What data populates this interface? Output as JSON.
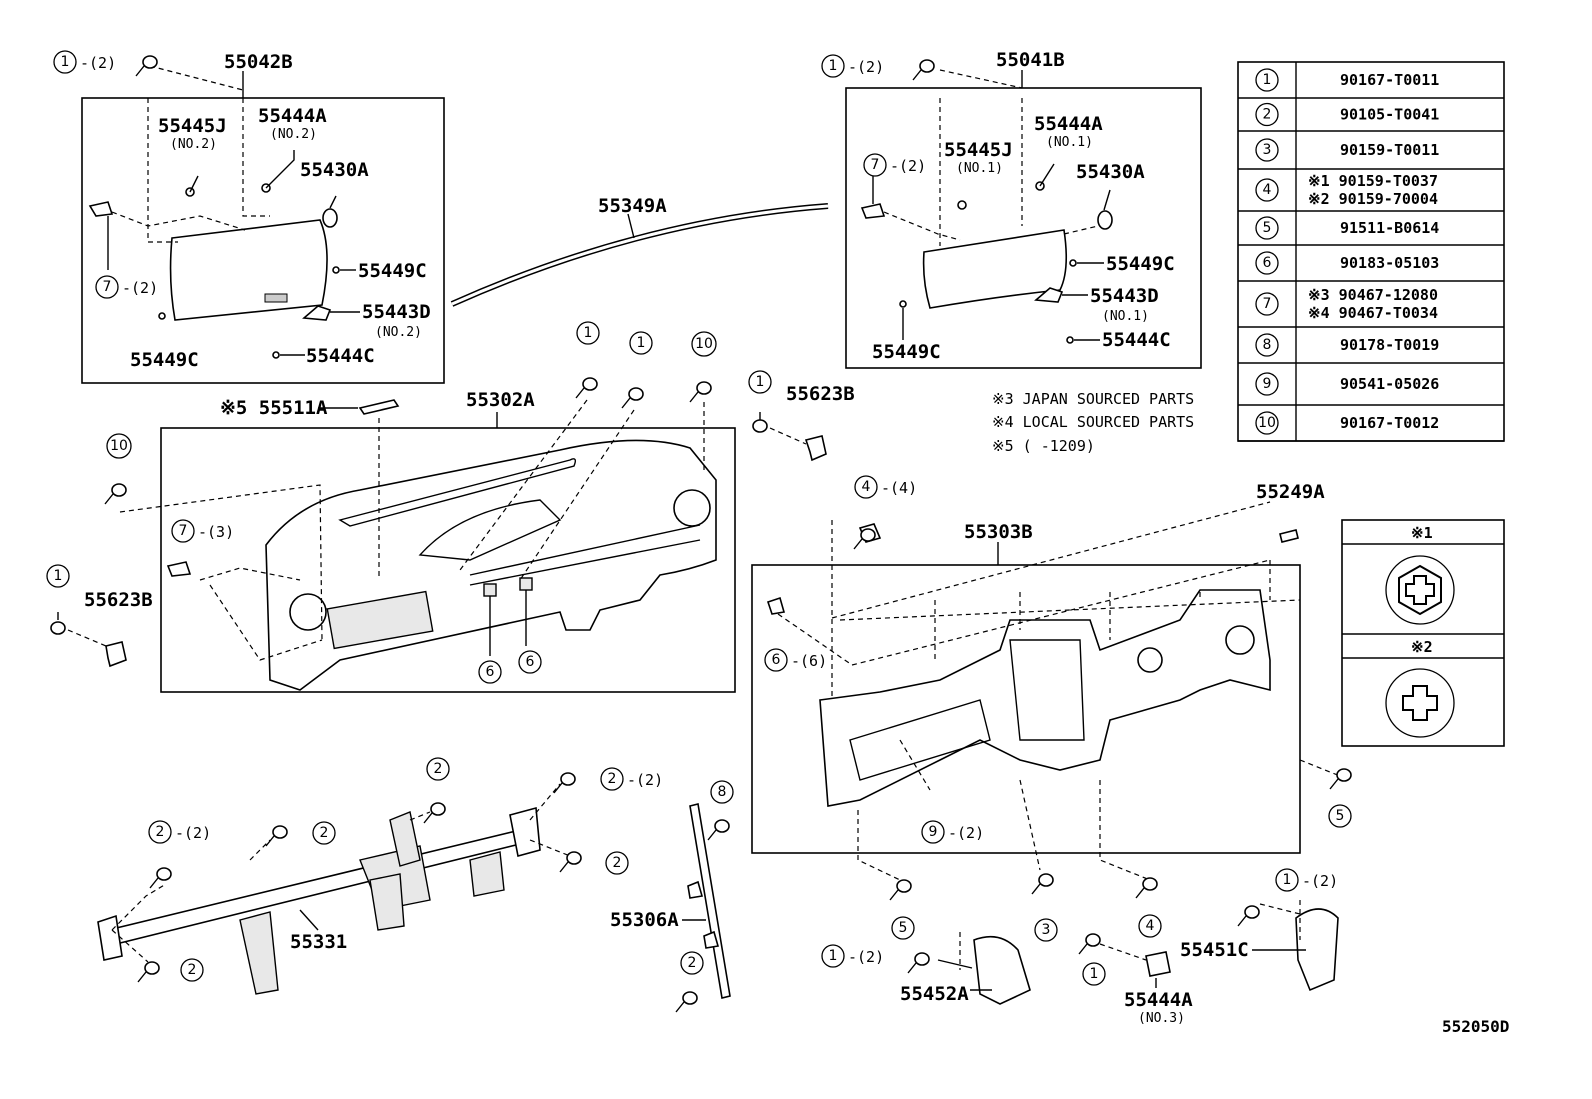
{
  "diagram_code": "552050D",
  "labels": {
    "p55042B": "55042B",
    "p55445J_l": "55445J",
    "p55445J_l_sub": "(NO.2)",
    "p55444A_l": "55444A",
    "p55444A_l_sub": "(NO.2)",
    "p55430A_l": "55430A",
    "p55449C_l1": "55449C",
    "p55443D_l": "55443D",
    "p55443D_l_sub": "(NO.2)",
    "p55449C_l2": "55449C",
    "p55444C_l": "55444C",
    "p55349A": "55349A",
    "p55041B": "55041B",
    "p55445J_r": "55445J",
    "p55445J_r_sub": "(NO.1)",
    "p55444A_r": "55444A",
    "p55444A_r_sub": "(NO.1)",
    "p55430A_r": "55430A",
    "p55449C_r1": "55449C",
    "p55443D_r": "55443D",
    "p55443D_r_sub": "(NO.1)",
    "p55449C_r2": "55449C",
    "p55444C_r": "55444C",
    "p55511A": "※5 55511A",
    "p55302A": "55302A",
    "p55623B_top": "55623B",
    "p55623B_left": "55623B",
    "p55303B": "55303B",
    "p55249A": "55249A",
    "p55331": "55331",
    "p55306A": "55306A",
    "p55452A": "55452A",
    "p55444A_b": "55444A",
    "p55444A_b_sub": "(NO.3)",
    "p55451C": "55451C"
  },
  "notes": [
    "※3 JAPAN SOURCED PARTS",
    "※4 LOCAL SOURCED PARTS",
    "※5 (     -1209)"
  ],
  "callouts": {
    "c_1_2_a": {
      "num": "1",
      "qty": "-(2)"
    },
    "c_7_2_a": {
      "num": "7",
      "qty": "-(2)"
    },
    "c_1_2_b": {
      "num": "1",
      "qty": "-(2)"
    },
    "c_7_2_b": {
      "num": "7",
      "qty": "-(2)"
    },
    "c_1_a": {
      "num": "1",
      "qty": ""
    },
    "c_1_b": {
      "num": "1",
      "qty": ""
    },
    "c_10_a": {
      "num": "10",
      "qty": ""
    },
    "c_1_c": {
      "num": "1",
      "qty": ""
    },
    "c_10_b": {
      "num": "10",
      "qty": ""
    },
    "c_7_3": {
      "num": "7",
      "qty": "-(3)"
    },
    "c_1_d": {
      "num": "1",
      "qty": ""
    },
    "c_6_a": {
      "num": "6",
      "qty": ""
    },
    "c_6_b": {
      "num": "6",
      "qty": ""
    },
    "c_4_4": {
      "num": "4",
      "qty": "-(4)"
    },
    "c_6_6": {
      "num": "6",
      "qty": "-(6)"
    },
    "c_9_2": {
      "num": "9",
      "qty": "-(2)"
    },
    "c_5_a": {
      "num": "5",
      "qty": ""
    },
    "c_5_b": {
      "num": "5",
      "qty": ""
    },
    "c_3_a": {
      "num": "3",
      "qty": ""
    },
    "c_4_a": {
      "num": "4",
      "qty": ""
    },
    "c_2_a": {
      "num": "2",
      "qty": ""
    },
    "c_2_2_a": {
      "num": "2",
      "qty": "-(2)"
    },
    "c_2_2_b": {
      "num": "2",
      "qty": "-(2)"
    },
    "c_2_b": {
      "num": "2",
      "qty": ""
    },
    "c_2_c": {
      "num": "2",
      "qty": ""
    },
    "c_2_d": {
      "num": "2",
      "qty": ""
    },
    "c_8_a": {
      "num": "8",
      "qty": ""
    },
    "c_2_e": {
      "num": "2",
      "qty": ""
    },
    "c_1_2_c": {
      "num": "1",
      "qty": "-(2)"
    },
    "c_1_e": {
      "num": "1",
      "qty": ""
    },
    "c_1_2_d": {
      "num": "1",
      "qty": "-(2)"
    }
  },
  "fastener_table": [
    {
      "num": "1",
      "parts": [
        "90167-T0011"
      ]
    },
    {
      "num": "2",
      "parts": [
        "90105-T0041"
      ]
    },
    {
      "num": "3",
      "parts": [
        "90159-T0011"
      ]
    },
    {
      "num": "4",
      "parts": [
        "※1 90159-T0037",
        "※2 90159-70004"
      ]
    },
    {
      "num": "5",
      "parts": [
        "91511-B0614"
      ]
    },
    {
      "num": "6",
      "parts": [
        "90183-05103"
      ]
    },
    {
      "num": "7",
      "parts": [
        "※3 90467-12080",
        "※4 90467-T0034"
      ]
    },
    {
      "num": "8",
      "parts": [
        "90178-T0019"
      ]
    },
    {
      "num": "9",
      "parts": [
        "90541-05026"
      ]
    },
    {
      "num": "10",
      "parts": [
        "90167-T0012"
      ]
    }
  ],
  "screw_legend": [
    {
      "label": "※1",
      "icon": "hex-head-phillips-screw-icon"
    },
    {
      "label": "※2",
      "icon": "phillips-head-screw-icon"
    }
  ]
}
